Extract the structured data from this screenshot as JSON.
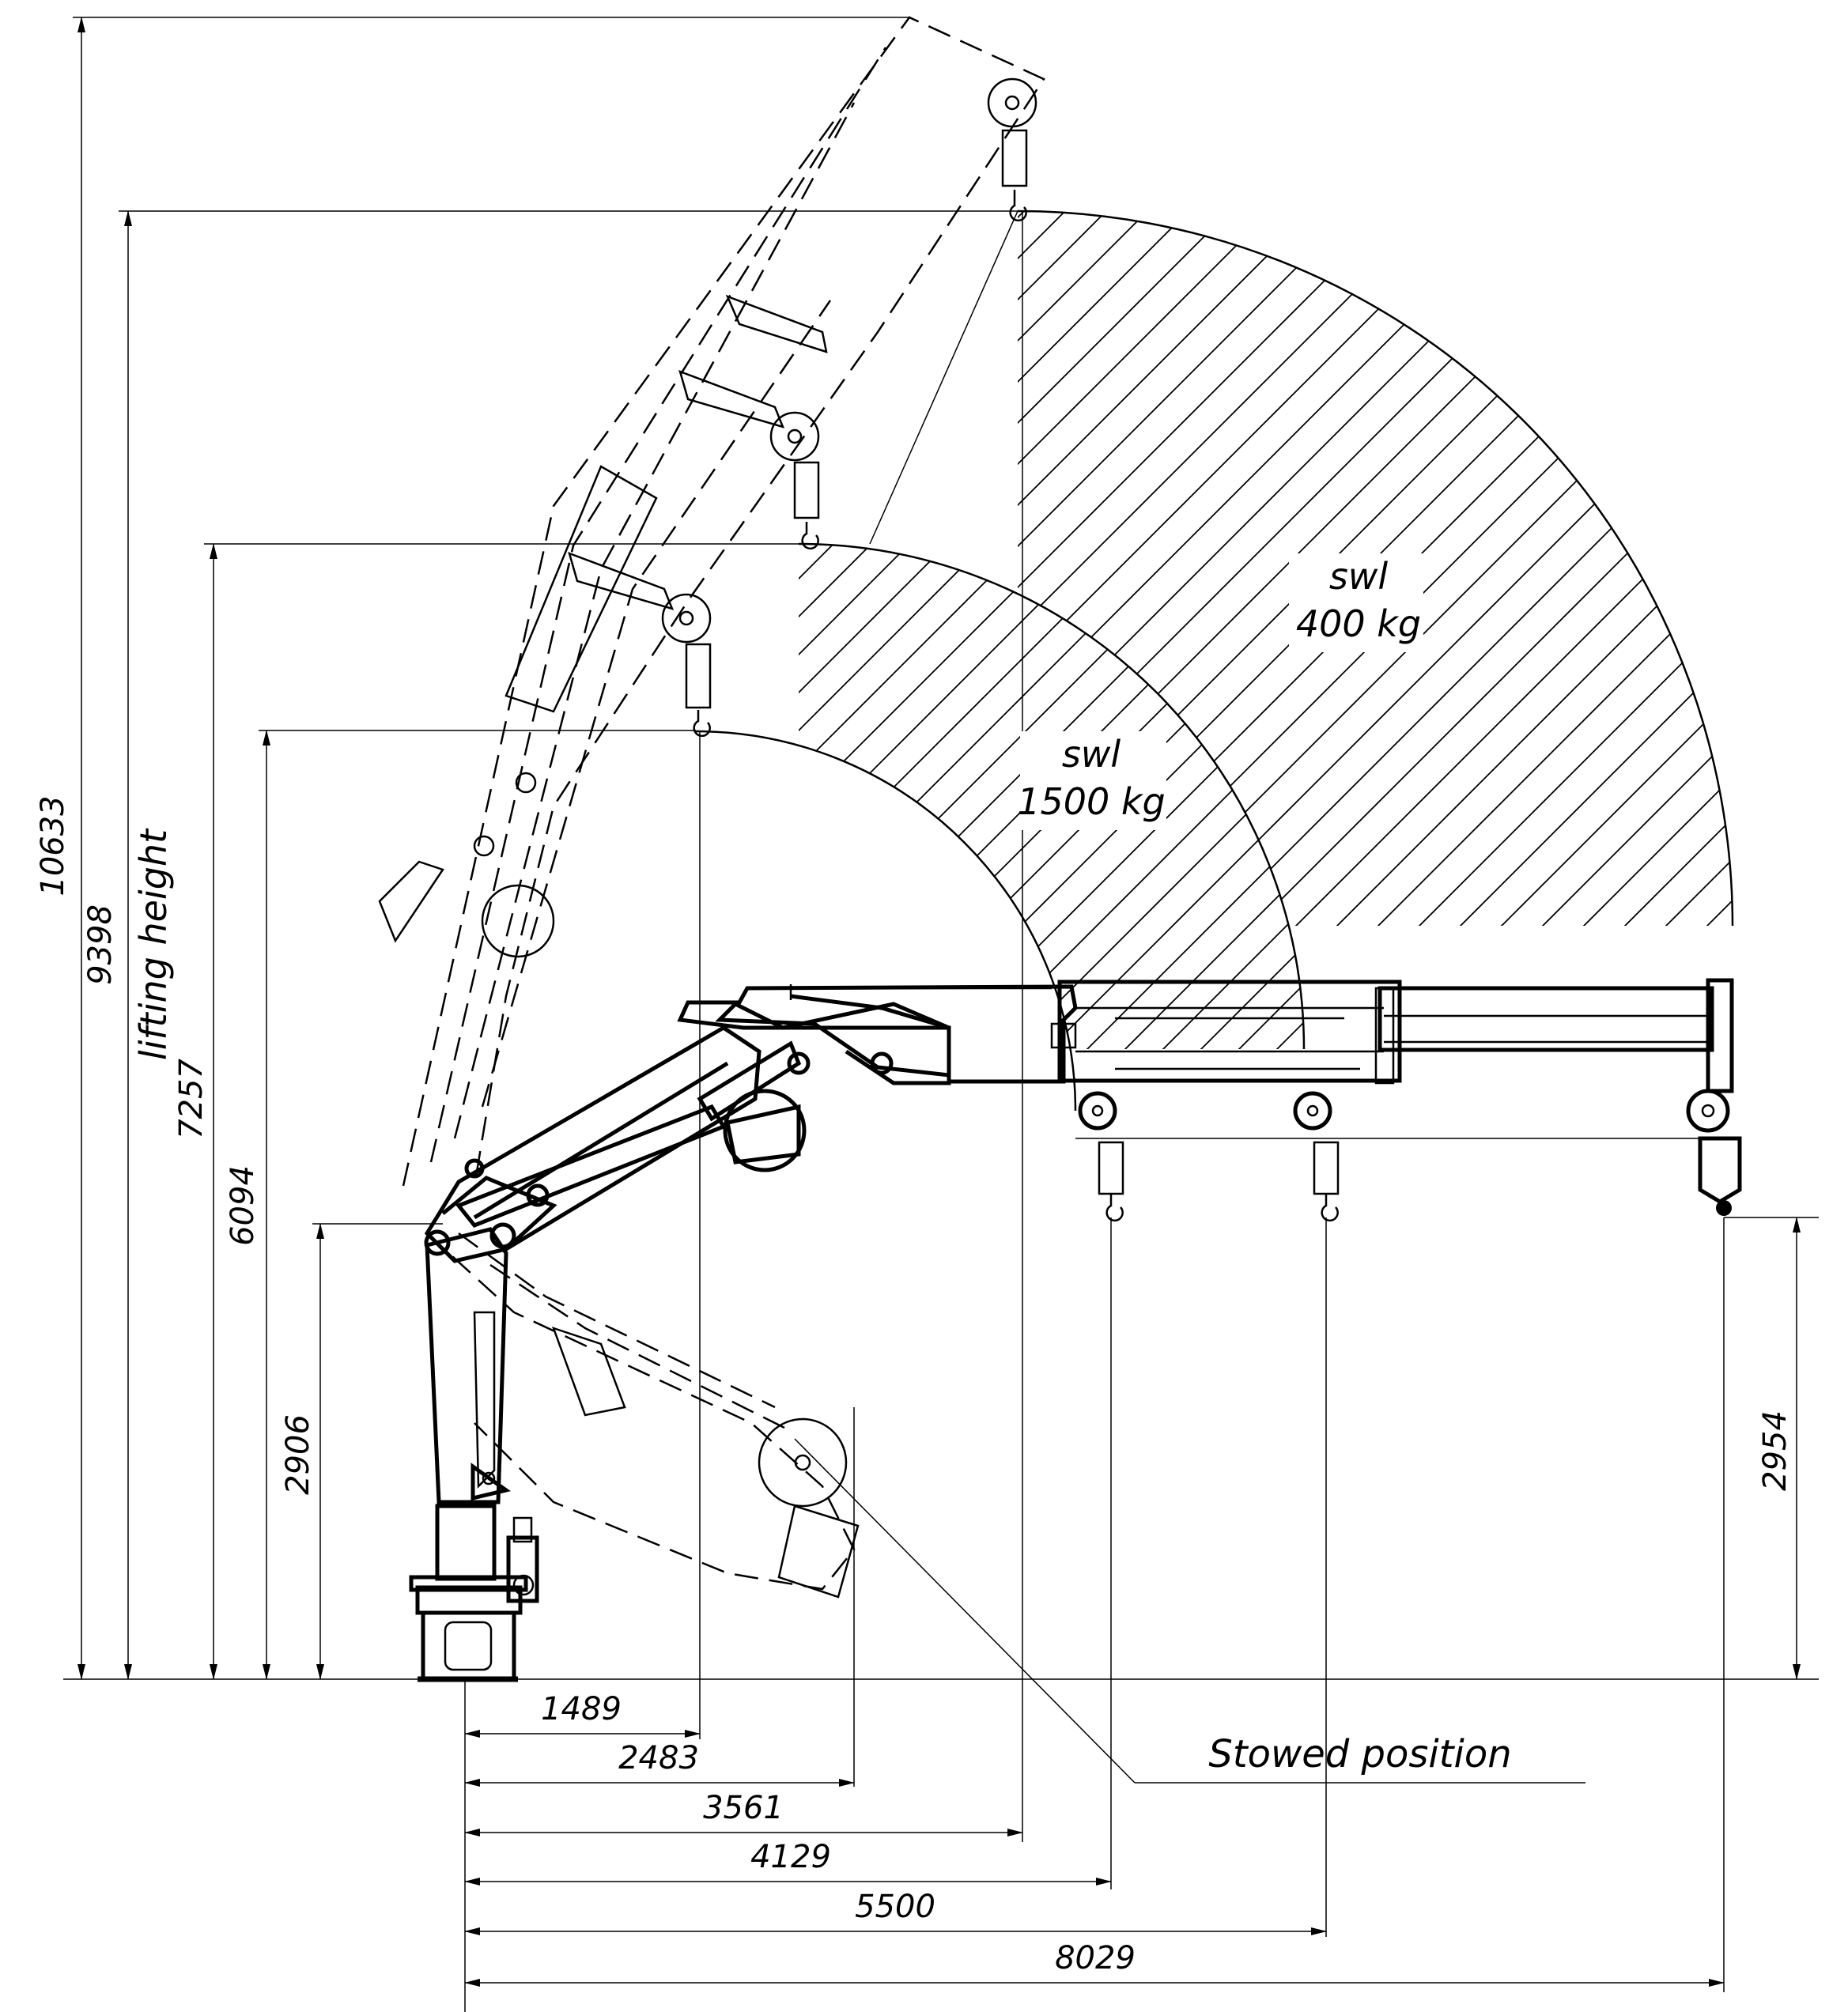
{
  "dimensions": {
    "vertical": {
      "h10633": "10633",
      "h9398": "9398",
      "h7257": "7257",
      "h6094": "6094",
      "h2906": "2906",
      "h2954": "2954"
    },
    "horizontal": {
      "r1489": "1489",
      "r2483": "2483",
      "r3561": "3561",
      "r4129": "4129",
      "r5500": "5500",
      "r8029": "8029"
    }
  },
  "labels": {
    "lifting_height": "lifting height",
    "swl_outer_title": "swl",
    "swl_outer_value": "400 kg",
    "swl_inner_title": "swl",
    "swl_inner_value": "1500 kg",
    "stowed_position": "Stowed position"
  },
  "colors": {
    "line": "#000000",
    "background": "#ffffff"
  }
}
